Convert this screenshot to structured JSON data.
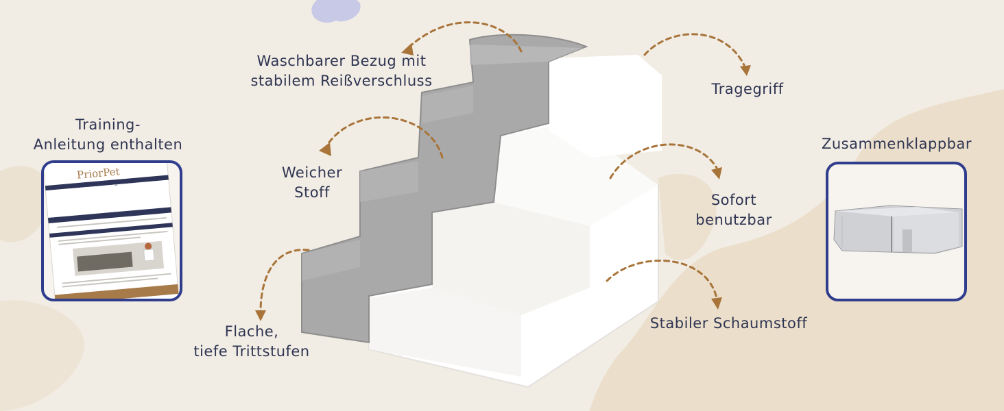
{
  "labels": {
    "cover": [
      "Waschbarer Bezug mit",
      "stabilem Reißverschluss"
    ],
    "handle": "Tragegriff",
    "soft": [
      "Weicher",
      "Stoff"
    ],
    "ready": [
      "Sofort",
      "benutzbar"
    ],
    "steps": [
      "Flache,",
      "tiefe Trittstufen"
    ],
    "foam": "Stabiler Schaumstoff",
    "training": [
      "Training-",
      "Anleitung enthalten"
    ],
    "foldable": "Zusammenklappbar"
  },
  "booklet": {
    "brand": "PriorPet",
    "subtitle": "das Ausbildungsheft"
  },
  "colors": {
    "background": "#f1ece4",
    "blob": "#eadcc6",
    "accent_blue": "#2f3d8c",
    "arrow": "#a8743a",
    "text": "#2f3552",
    "plush": "#a9a9a9",
    "foam": "#ffffff"
  }
}
